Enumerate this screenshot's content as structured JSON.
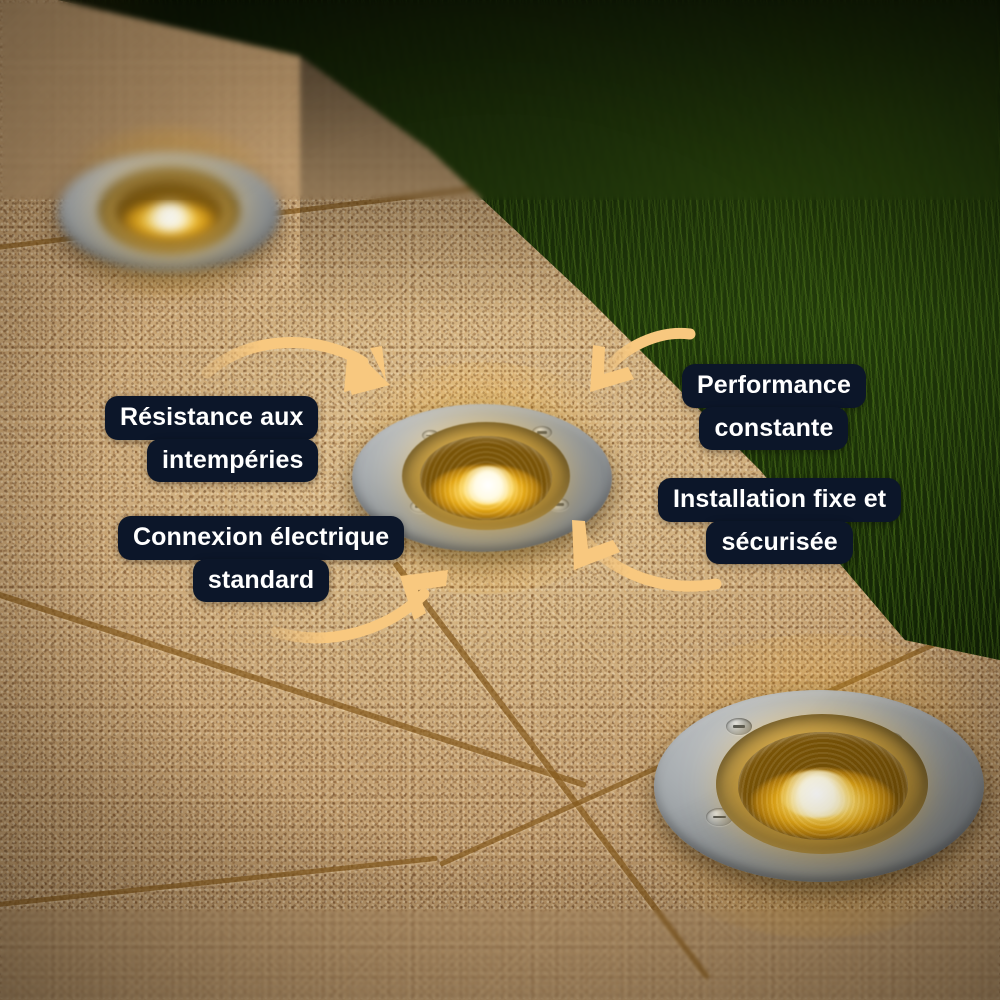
{
  "scene": {
    "title": "Éclairage encastré de sol LED en situation nocturne",
    "surface": "dalles de pierre beige",
    "border": "pelouse verte"
  },
  "colors": {
    "label_background": "#0c1629",
    "label_text": "#ffffff",
    "arrow": "#f8c87f",
    "paving": "#cdae7f",
    "grass": "#21380c",
    "lamp_glow": "#ffc43c",
    "lamp_steel": "#a9aeb1"
  },
  "callouts": [
    {
      "id": "resistance",
      "name": "callout-resistance",
      "lines": [
        "Résistance aux",
        "intempéries"
      ],
      "align": "right"
    },
    {
      "id": "connexion",
      "name": "callout-connexion",
      "lines": [
        "Connexion électrique",
        "standard"
      ],
      "align": "center"
    },
    {
      "id": "performance",
      "name": "callout-performance",
      "lines": [
        "Performance",
        "constante"
      ],
      "align": "center"
    },
    {
      "id": "installation",
      "name": "callout-installation",
      "lines": [
        "Installation fixe et",
        "sécurisée"
      ],
      "align": "center"
    }
  ],
  "arrows": [
    {
      "id": "arrow-resistance",
      "from": "callout-resistance",
      "to": "center-light",
      "direction": "right-down"
    },
    {
      "id": "arrow-performance",
      "from": "callout-performance",
      "to": "center-light",
      "direction": "left-down"
    },
    {
      "id": "arrow-installation",
      "from": "callout-installation",
      "to": "center-light",
      "direction": "up-left"
    },
    {
      "id": "arrow-connexion",
      "from": "callout-connexion",
      "to": "center-light",
      "direction": "up-right"
    }
  ],
  "fixtures": [
    {
      "id": "fixture-top-left",
      "label": "spot encastré arrière-plan",
      "focus": "blurred"
    },
    {
      "id": "fixture-center",
      "label": "spot encastré central",
      "focus": "sharp"
    },
    {
      "id": "fixture-bottom-right",
      "label": "spot encastré premier plan",
      "focus": "sharp"
    }
  ]
}
